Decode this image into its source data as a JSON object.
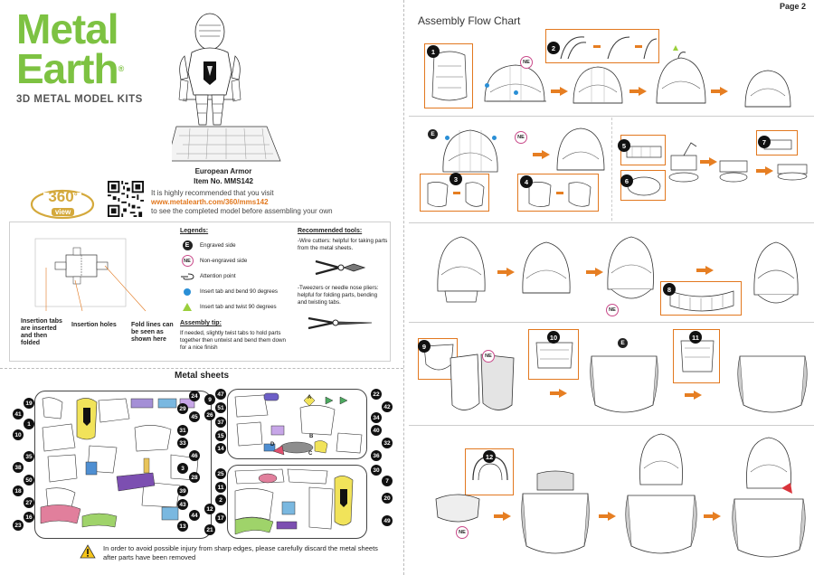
{
  "brand": {
    "line1": "Metal",
    "line2": "Earth",
    "tm": "®",
    "tagline": "3D METAL MODEL KITS",
    "color": "#7dc242"
  },
  "model": {
    "name": "European Armor",
    "item": "Item No. MMS142"
  },
  "badge": {
    "number": "360",
    "degree": "°",
    "word": "view"
  },
  "recommendation": {
    "line1": "It is highly recommended that you visit",
    "url": "www.metalearth.com/360/mms142",
    "line3": "to see the completed model before assembling your own"
  },
  "diagram_labels": {
    "tabs": "Insertion tabs are inserted and then folded",
    "holes": "Insertion holes",
    "fold": "Fold lines can be seen as shown here"
  },
  "legends": {
    "title": "Legends:",
    "engraved_symbol": "E",
    "engraved": "Engraved side",
    "nonengraved_symbol": "NE",
    "nonengraved": "Non-engraved side",
    "attention": "Attention point",
    "insert90": "Insert tab and bend 90 degrees",
    "twist90": "Insert tab and twist 90 degrees"
  },
  "assembly_tip": {
    "title": "Assembly tip:",
    "text": "If needed, slightly twist tabs to hold parts together then untwist and bend them down for a nice finish"
  },
  "tools": {
    "title": "Recommended tools:",
    "wire": "-Wire cutters: helpful for taking parts from the metal sheets.",
    "pliers": "-Tweezers or needle nose pliers: helpful for folding parts, bending and twisting tabs."
  },
  "sheets": {
    "title": "Metal sheets",
    "left_numbers": [
      "19",
      "41",
      "1",
      "10",
      "35",
      "38",
      "50",
      "18",
      "27",
      "16",
      "23"
    ],
    "mid_left_numbers": [
      "24",
      "29",
      "45",
      "31",
      "33",
      "46",
      "3",
      "28",
      "39",
      "43",
      "44",
      "13"
    ],
    "mid_right_numbers": [
      "9",
      "47",
      "51",
      "26",
      "37",
      "15",
      "14",
      "25",
      "11",
      "2",
      "12",
      "17",
      "21"
    ],
    "right_numbers": [
      "22",
      "42",
      "34",
      "40",
      "32",
      "36",
      "30",
      "7",
      "20",
      "49"
    ],
    "part_letters": [
      "A",
      "B",
      "C",
      "D"
    ]
  },
  "warning": {
    "text": "In order to avoid possible injury from sharp edges, please carefully discard the metal sheets after parts have been removed"
  },
  "page": {
    "label": "Page 2"
  },
  "flow": {
    "title": "Assembly Flow Chart",
    "steps": [
      "1",
      "2",
      "3",
      "4",
      "5",
      "6",
      "7",
      "8",
      "9",
      "10",
      "11",
      "12"
    ],
    "e": "E",
    "ne": "NE",
    "arrow_color": "#e67e22",
    "box_color": "#e2781f"
  }
}
